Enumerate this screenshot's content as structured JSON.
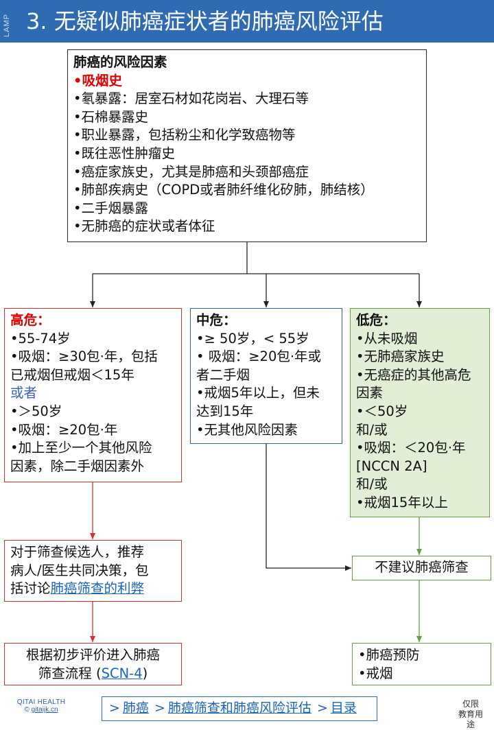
{
  "header": {
    "side_label": "LAMP",
    "title": "3. 无疑似肺癌症状者的肺癌风险评估"
  },
  "risk_factors": {
    "title": "肺癌的风险因素",
    "highlight": "•吸烟史",
    "items": [
      "•氡暴露：居室石材如花岗岩、大理石等",
      "•石棉暴露史",
      "•职业暴露，包括粉尘和化学致癌物等",
      "•既往恶性肿瘤史",
      "•癌症家族史，尤其是肺癌和头颈部癌症",
      "•肺部疾病史（COPD或者肺纤维化矽肺，肺结核）",
      "•二手烟暴露",
      "•无肺癌的症状或者体征"
    ]
  },
  "high_risk": {
    "label": "高危：",
    "lines": [
      "•55-74岁",
      "•吸烟：≥30包·年，包括",
      "已戒烟但戒烟＜15年"
    ],
    "or_label": "或者",
    "lines2": [
      "•＞50岁",
      "•吸烟：≥20包·年",
      "•加上至少一个其他风险",
      "因素，除二手烟因素外"
    ]
  },
  "mid_risk": {
    "label": "中危：",
    "lines": [
      "•≥ 50岁，< 55岁",
      "• 吸烟：≥20包·年或",
      "者二手烟",
      "•戒烟5年以上，但未",
      "达到15年",
      "•无其他风险因素"
    ]
  },
  "low_risk": {
    "label": "低危：",
    "lines": [
      "•从未吸烟",
      "•无肺癌家族史",
      "•无癌症的其他高危",
      "因素",
      "•＜50岁",
      "和/或",
      "•吸烟：＜20包·年",
      "[NCCN 2A]",
      "和/或",
      "•戒烟15年以上"
    ]
  },
  "shared_decision": {
    "line1": "对于筛查候选人，推荐",
    "line2": "病人/医生共同决策，包",
    "line3_prefix": "括讨论",
    "line3_link": "肺癌筛查的利弊"
  },
  "initial_eval": {
    "line1": "根据初步评价进入肺癌",
    "line2_prefix": "筛查流程 (",
    "line2_link": "SCN-4",
    "line2_suffix": ")"
  },
  "no_screening": {
    "text": "不建议肺癌筛查"
  },
  "prevention": {
    "line1": "•肺癌预防",
    "line2": "•戒烟"
  },
  "footer": {
    "brand": "QITAI HEALTH",
    "site_prefix": "© ",
    "site": "gitaijk.cn",
    "nav_sep": ">",
    "nav_items": [
      "肺癌",
      "肺癌筛查和肺癌风险评估",
      "目录"
    ],
    "edu_line1": "仅限",
    "edu_line2": "教育用途"
  },
  "colors": {
    "header_bg": "#2f6bb3",
    "high_risk": "#d03030",
    "mid_risk": "#3060a8",
    "low_risk": "#6a9a45",
    "low_risk_fill": "#e2efd6",
    "emphasis_red": "#e00000",
    "link_blue": "#1a64b8"
  }
}
